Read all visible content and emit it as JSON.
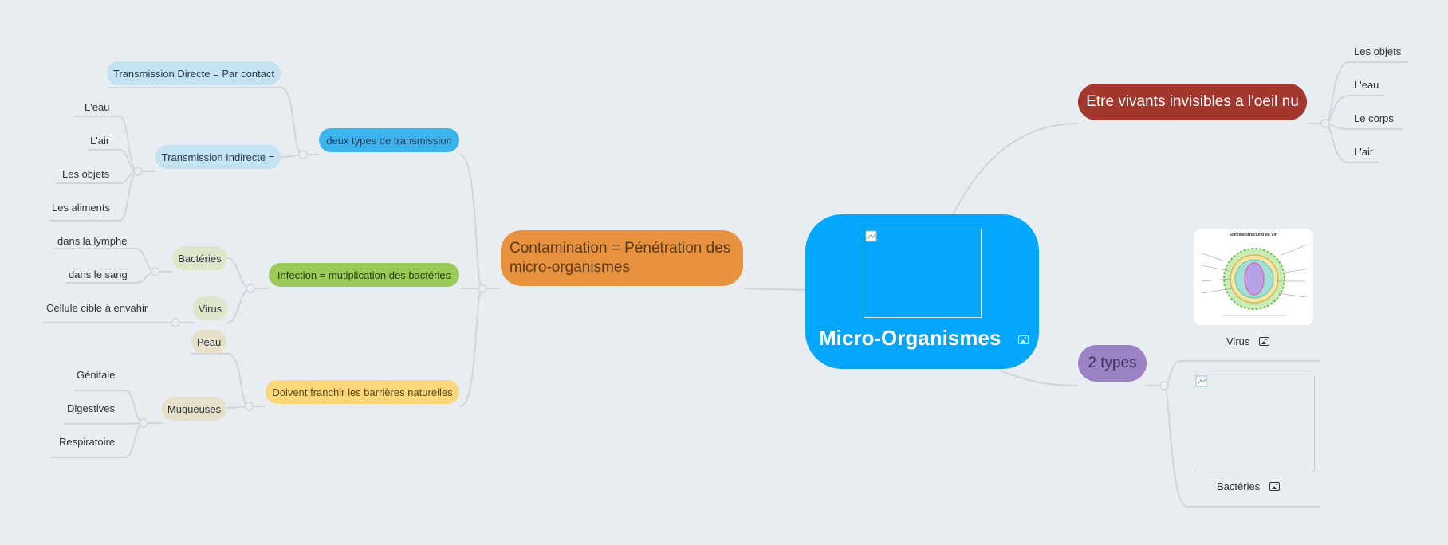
{
  "root": {
    "title": "Micro-Organismes",
    "icon": "image-icon"
  },
  "right": {
    "definition": {
      "label": "Etre vivants invisibles a l'oeil nu",
      "items": [
        "Les objets",
        "L'eau",
        "Le corps",
        "L'air"
      ]
    },
    "types": {
      "label": "2 types",
      "virus_caption": "Virus",
      "bacteria_caption": "Bactéries",
      "virus_diagram_title": "Schéma structural du VIH"
    }
  },
  "left": {
    "contamination": "Contamination = Pénétration des micro-organismes",
    "transmission": {
      "label": "deux types de transmission",
      "direct": "Transmission Directe = Par contact",
      "indirect": "Transmission Indirecte =",
      "indirect_items": [
        "L'eau",
        "L'air",
        "Les objets",
        "Les aliments"
      ]
    },
    "infection": {
      "label": "Infection = mutiplication des bactéries",
      "bacteria": "Bactéries",
      "bacteria_items": [
        "dans la lymphe",
        "dans le sang"
      ],
      "virus": "Virus",
      "virus_items": [
        "Cellule cible à envahir"
      ]
    },
    "barriers": {
      "label": "Doivent franchir les barrières naturelles",
      "skin": "Peau",
      "mucosa": "Muqueuses",
      "mucosa_items": [
        "Génitale",
        "Digestives",
        "Respiratoire"
      ]
    }
  },
  "colors": {
    "background": "#e8edf1",
    "root": "#04a7fb",
    "definition": "#a3362d",
    "types": "#9b82c5",
    "contamination": "#e8923f",
    "transmission": "#3bb3ef",
    "infection": "#9bc95a",
    "barriers": "#fbd77a",
    "link": "#cfd5da"
  }
}
